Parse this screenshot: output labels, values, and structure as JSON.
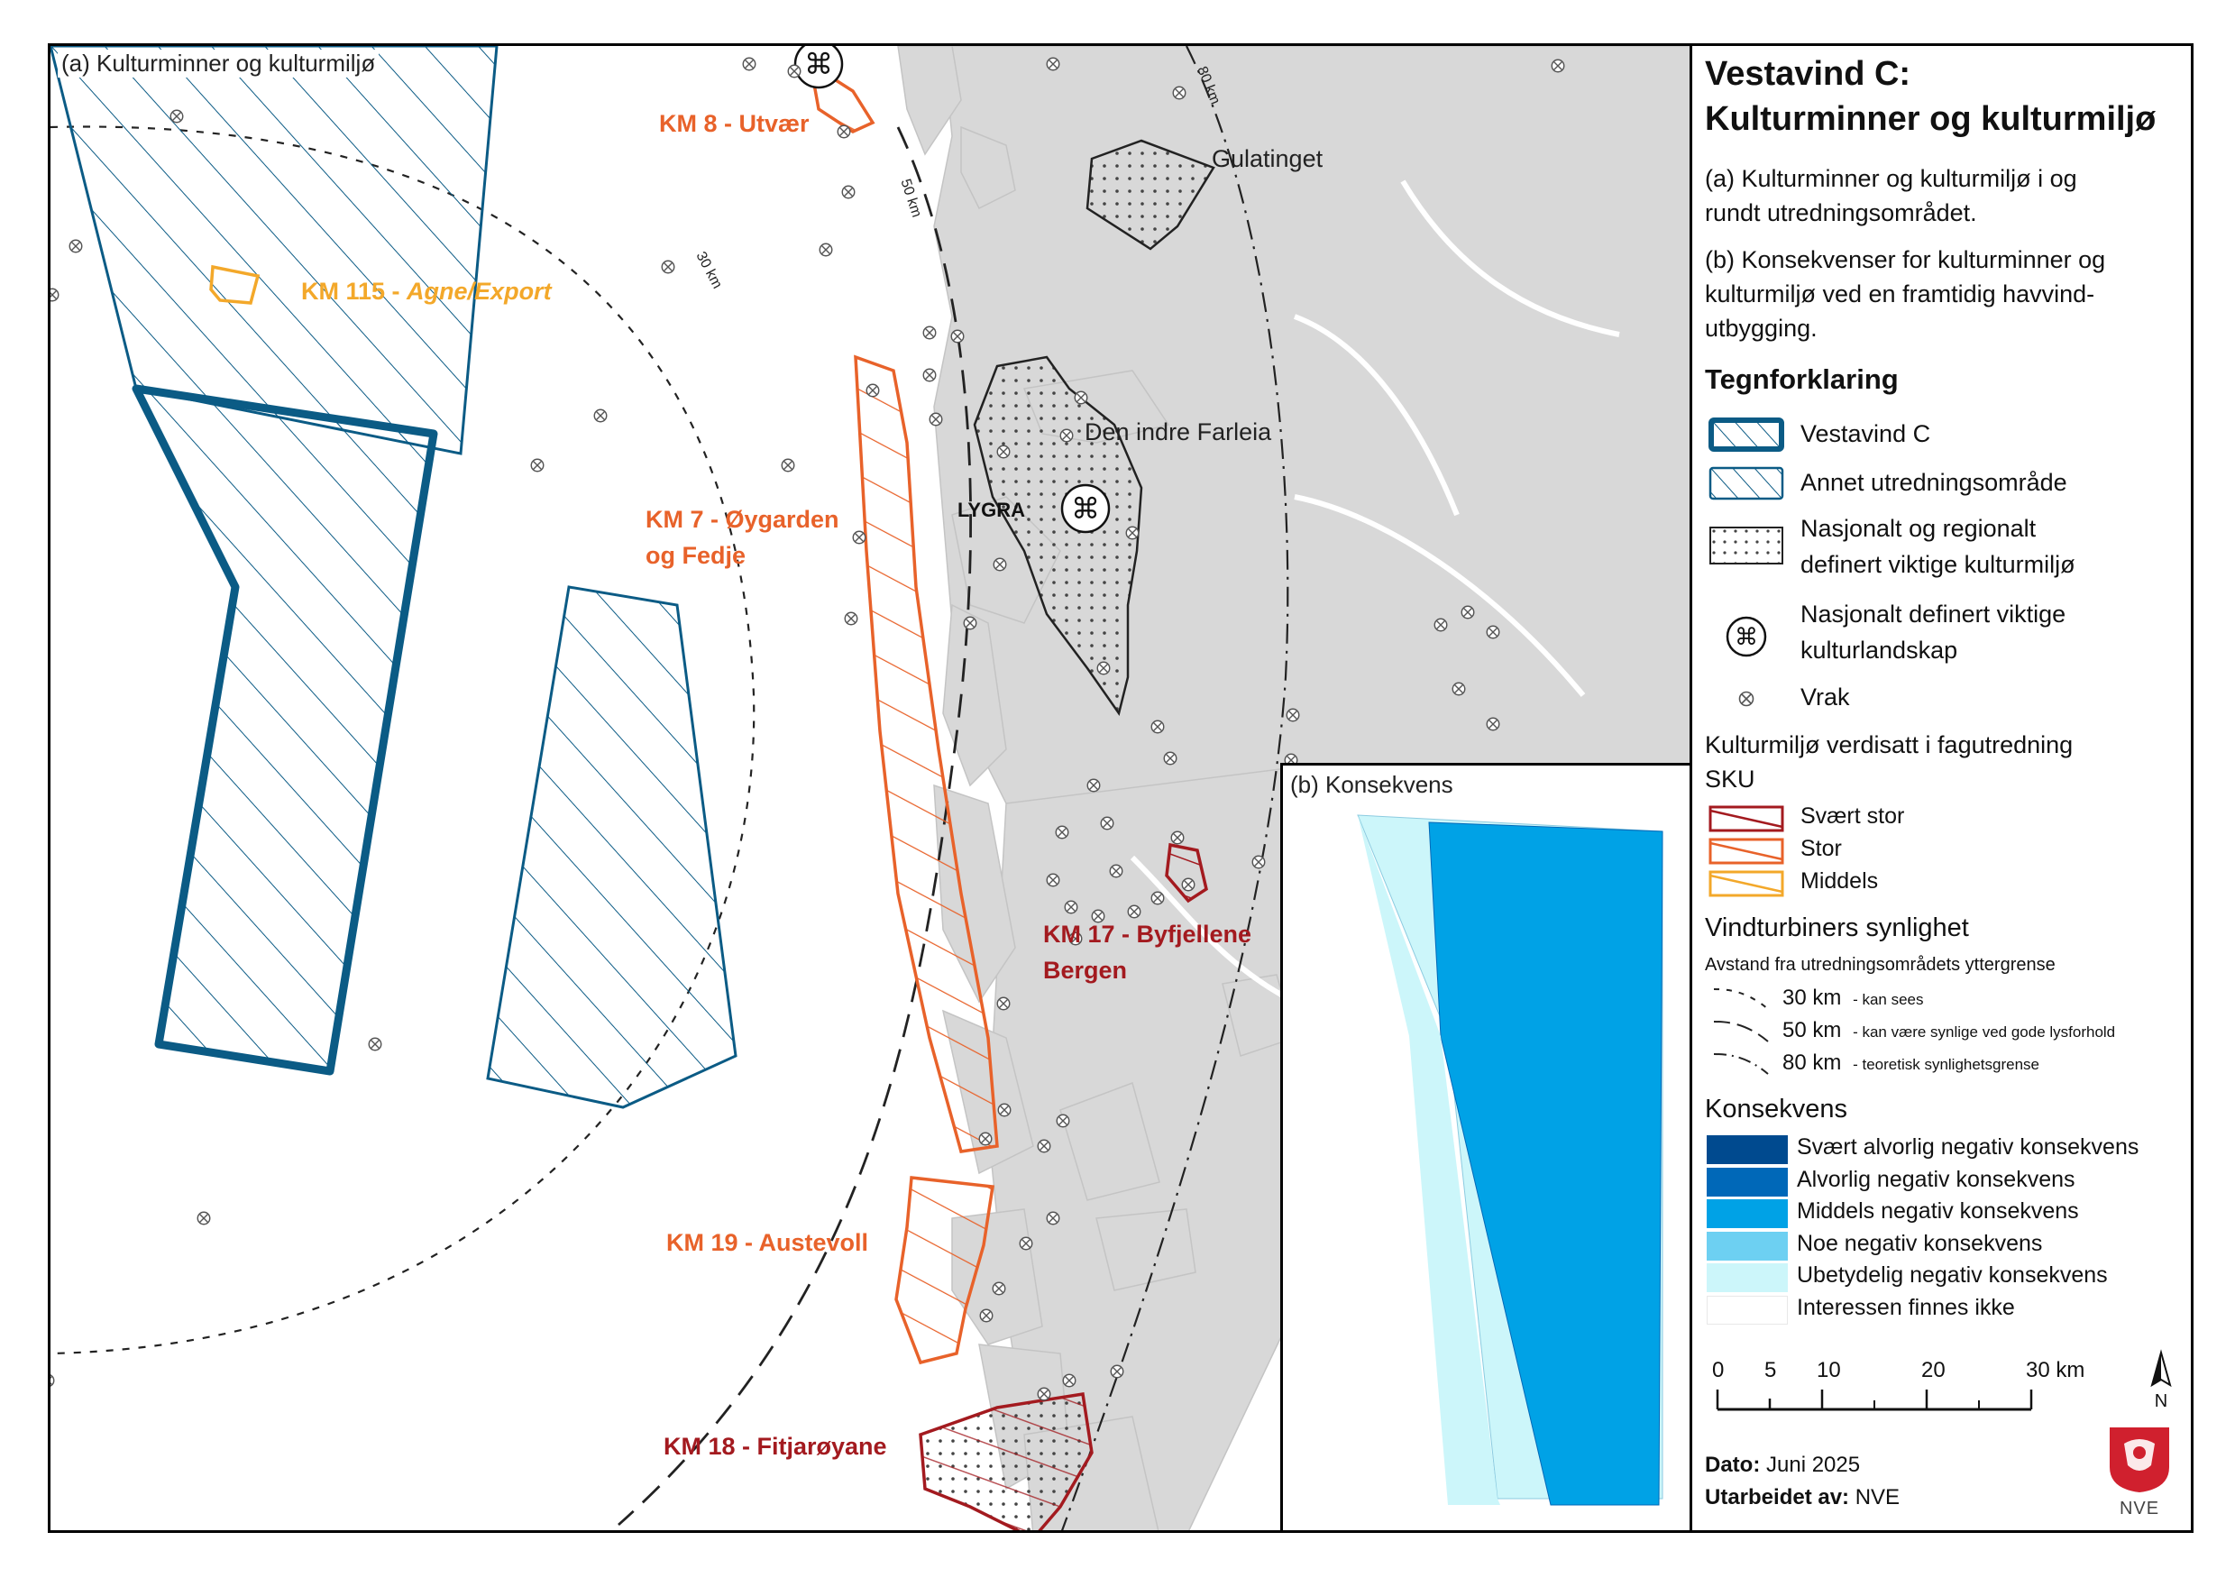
{
  "panel_a": {
    "title": "(a) Kulturminner og kulturmiljø",
    "labels": {
      "km8": "KM 8 - Utvær",
      "km115": "KM 115 - Agne/Export",
      "km7_line1": "KM 7 - Øygarden",
      "km7_line2": "og Fedje",
      "km17_line1": "KM 17 - Byfjellene",
      "km17_line2": "Bergen",
      "km19": "KM 19 - Austevoll",
      "km18": "KM 18 - Fitjarøyane",
      "gulatinget": "Gulatinget",
      "farleia": "Den indre Farleia",
      "lygra": "LYGRA",
      "ring30": "30 km",
      "ring50": "50 km",
      "ring80": "80 km"
    }
  },
  "panel_b": {
    "title": "(b) Konsekvens"
  },
  "legend": {
    "title_line1": "Vestavind C:",
    "title_line2": "Kulturminner og kulturmiljø",
    "desc_a_line1": "(a) Kulturminner og kulturmiljø i og",
    "desc_a_line2": "rundt utredningsområdet.",
    "desc_b_line1": "(b) Konsekvenser for kulturminner og",
    "desc_b_line2": "kulturmiljø ved en framtidig havvind-",
    "desc_b_line3": "utbygging.",
    "tegnforklaring": "Tegnforklaring",
    "items": {
      "vestavind_c": "Vestavind C",
      "annet": "Annet utredningsområde",
      "nasjonalt_line1": "Nasjonalt og regionalt",
      "nasjonalt_line2": "definert viktige kulturmiljø",
      "landskap_line1": "Nasjonalt definert viktige",
      "landskap_line2": "kulturlandskap",
      "vrak": "Vrak"
    },
    "verdi_head_line1": "Kulturmiljø verdisatt i fagutredning",
    "verdi_head_line2": "SKU",
    "verdi": [
      {
        "label": "Svært stor",
        "color": "#a31a1f"
      },
      {
        "label": "Stor",
        "color": "#e8622a"
      },
      {
        "label": "Middels",
        "color": "#f3a82a"
      }
    ],
    "synlighet_head": "Vindturbiners synlighet",
    "synlighet_sub": "Avstand fra utredningsområdets yttergrense",
    "synlighet": [
      {
        "dist": "30 km",
        "desc": "- kan sees"
      },
      {
        "dist": "50 km",
        "desc": "- kan være synlige ved gode lysforhold"
      },
      {
        "dist": "80 km",
        "desc": "- teoretisk synlighetsgrense"
      }
    ],
    "konsekvens_head": "Konsekvens",
    "konsekvens": [
      {
        "label": "Svært alvorlig negativ konsekvens",
        "color": "#004a8f"
      },
      {
        "label": "Alvorlig negativ konsekvens",
        "color": "#0068b8"
      },
      {
        "label": "Middels negativ konsekvens",
        "color": "#00a2e6"
      },
      {
        "label": "Noe negativ konsekvens",
        "color": "#6dd0f2"
      },
      {
        "label": "Ubetydelig negativ konsekvens",
        "color": "#ccf6fa"
      },
      {
        "label": "Interessen finnes ikke",
        "color": "#ffffff"
      }
    ],
    "scale_ticks": [
      "0",
      "5",
      "10",
      "20",
      "30 km"
    ],
    "north": "N",
    "dato_label": "Dato:",
    "dato_value": "Juni 2025",
    "utarbeidet_label": "Utarbeidet av:",
    "utarbeidet_value": "NVE",
    "logo_text": "NVE"
  }
}
